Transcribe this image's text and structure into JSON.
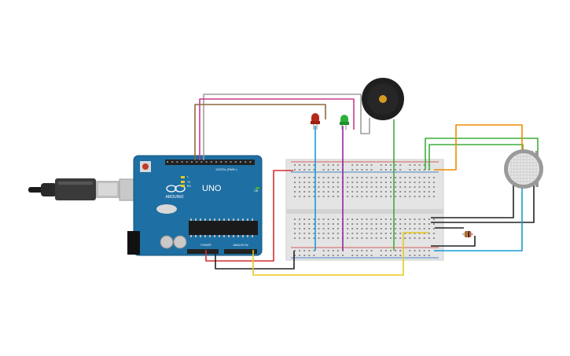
{
  "board": {
    "brand": "ARDUINO",
    "model": "UNO",
    "digital_label": "DIGITAL (PWM~)",
    "power_label": "POWER",
    "analog_label": "ANALOG IN",
    "pin_label_l": "L",
    "pin_label_tx": "TX",
    "pin_label_rx": "RX",
    "pin_label_on": "ON"
  },
  "colors": {
    "board": "#1e6fa3",
    "breadboard": "#e4e4e4",
    "wire_red": "#d32f2f",
    "wire_black": "#222222",
    "wire_yellow": "#e8c820",
    "wire_blue": "#1a9ad6",
    "wire_purple": "#8e2a9e",
    "wire_green": "#3cae3c",
    "wire_orange": "#f08a00",
    "wire_gray": "#9e9e9e",
    "wire_pink": "#c83c8c",
    "wire_brown": "#8a6a3c",
    "led_red": "#b52a1a",
    "led_green": "#2bb03a"
  },
  "components": [
    "usb-cable",
    "arduino-uno",
    "breadboard",
    "piezo-buzzer",
    "red-led",
    "green-led",
    "gas-sensor",
    "resistor"
  ]
}
